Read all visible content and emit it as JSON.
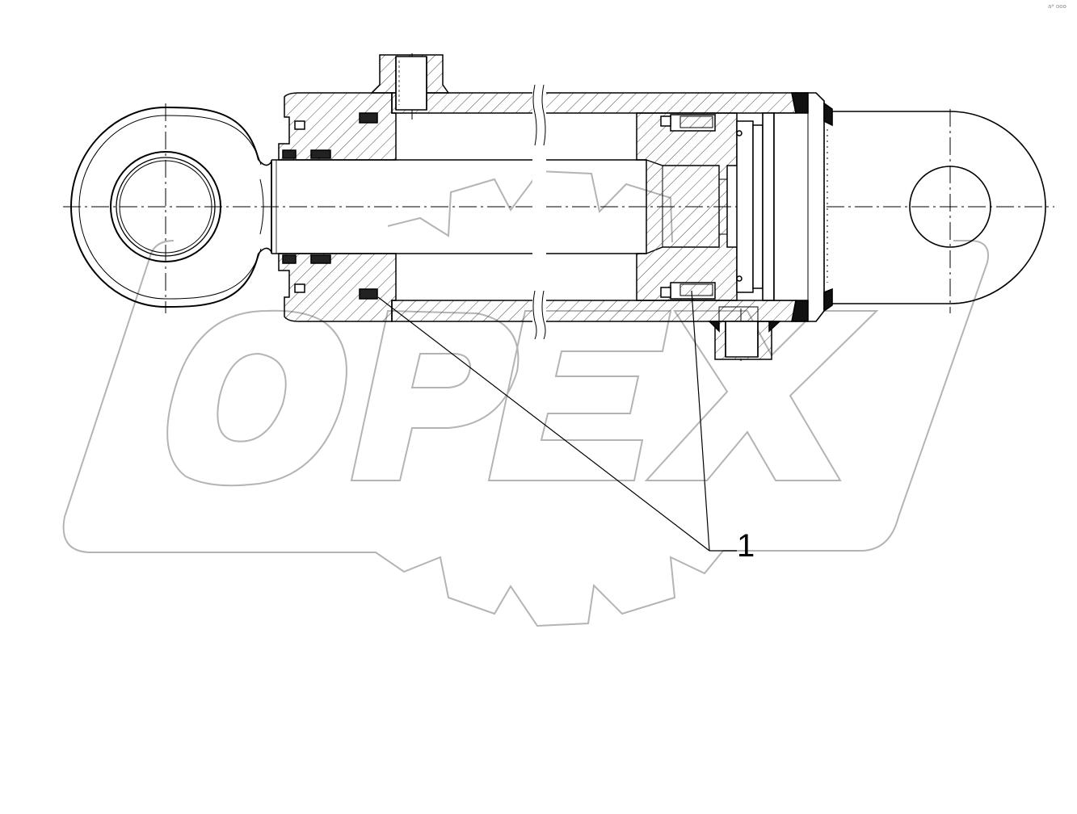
{
  "diagram": {
    "callout_label": "1",
    "watermark_logo_text": "OPEX",
    "corner_mark": "a* ooo"
  },
  "colors": {
    "line": "#000000",
    "hatch": "#333333",
    "watermark": "#b4b4b4",
    "background": "#ffffff"
  }
}
